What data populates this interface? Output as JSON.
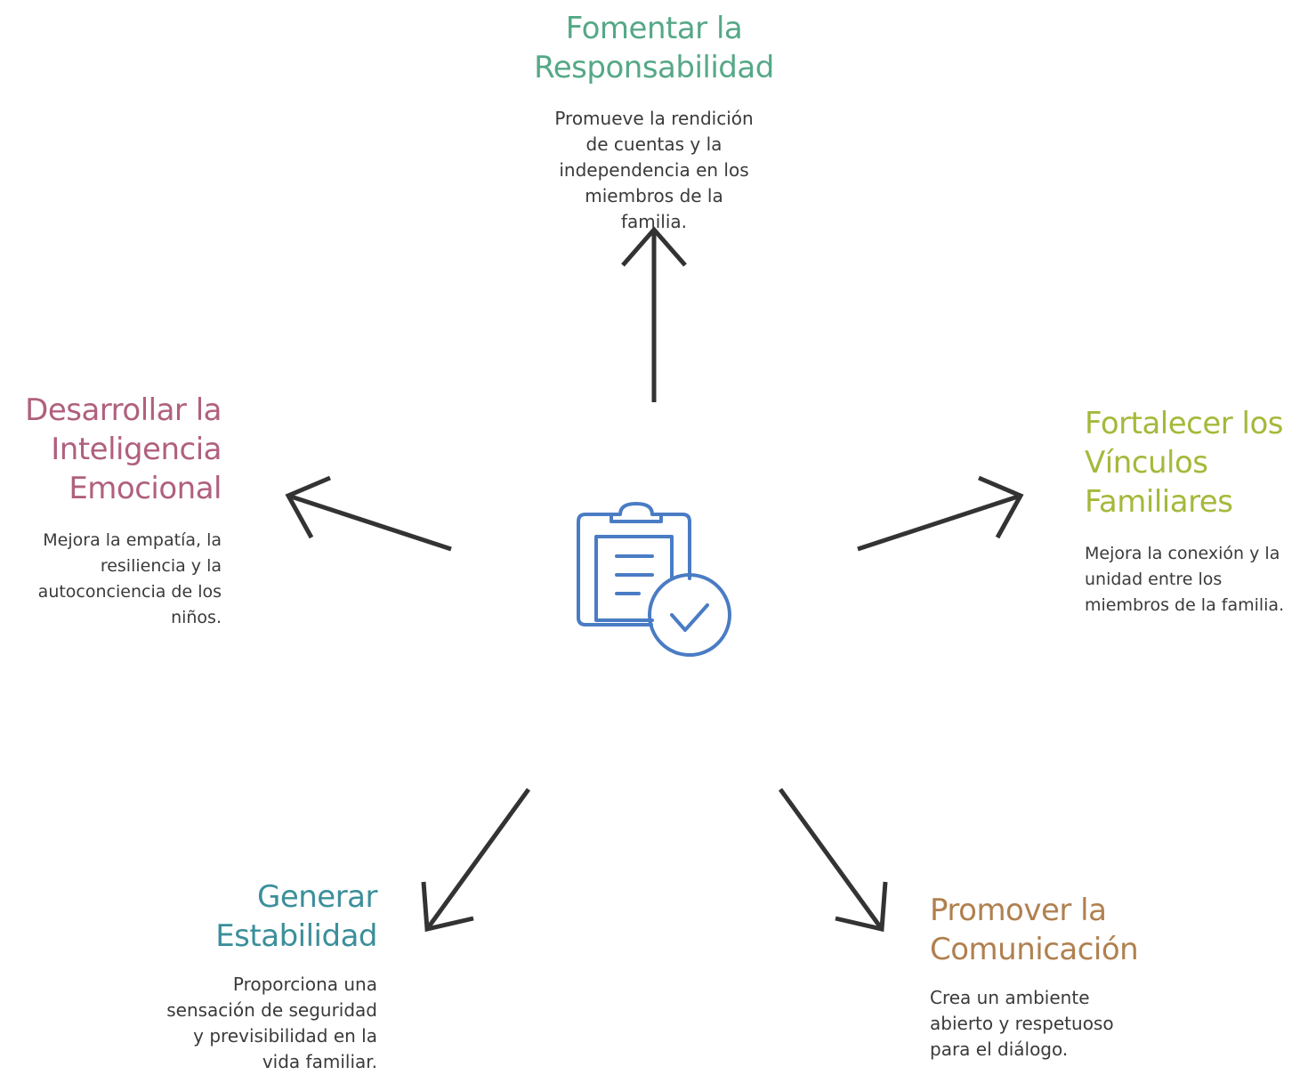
{
  "colors": {
    "arrow": "#333333",
    "icon": "#4a7cc4",
    "responsabilidad": "#55a887",
    "vinculos": "#a6b83a",
    "comunicacion": "#b0804f",
    "estabilidad": "#3b8f9a",
    "inteligencia": "#b0607e"
  },
  "center": {
    "icon": "clipboard-check-icon"
  },
  "nodes": {
    "responsabilidad": {
      "title_lines": [
        "Fomentar la",
        "Responsabilidad"
      ],
      "desc_lines": [
        "Promueve la rendición",
        "de cuentas y la",
        "independencia en los",
        "miembros de la",
        "familia."
      ]
    },
    "vinculos": {
      "title_lines": [
        "Fortalecer los",
        "Vínculos",
        "Familiares"
      ],
      "desc_lines": [
        "Mejora la conexión y la",
        "unidad entre los",
        "miembros de la familia."
      ]
    },
    "comunicacion": {
      "title_lines": [
        "Promover la",
        "Comunicación"
      ],
      "desc_lines": [
        "Crea un ambiente",
        "abierto y respetuoso",
        "para el diálogo."
      ]
    },
    "estabilidad": {
      "title_lines": [
        "Generar",
        "Estabilidad"
      ],
      "desc_lines": [
        "Proporciona una",
        "sensación de seguridad",
        "y previsibilidad en la",
        "vida familiar."
      ]
    },
    "inteligencia": {
      "title_lines": [
        "Desarrollar la",
        "Inteligencia",
        "Emocional"
      ],
      "desc_lines": [
        "Mejora la empatía, la",
        "resiliencia y la",
        "autoconciencia de los",
        "niños."
      ]
    }
  }
}
